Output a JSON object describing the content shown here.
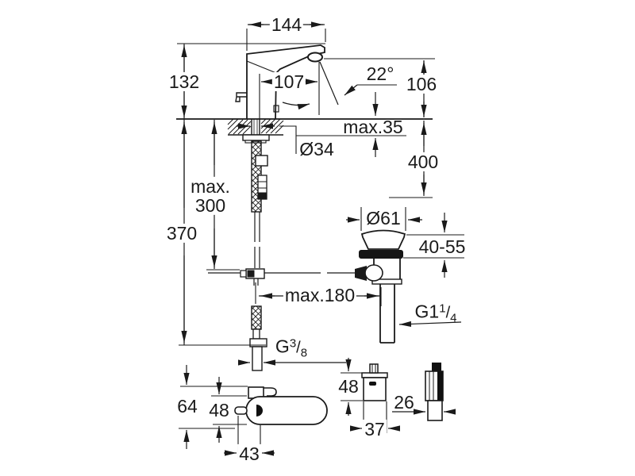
{
  "labels": {
    "spout_width": "144",
    "height": "132",
    "reach": "107",
    "angle": "22°",
    "outlet_height": "106",
    "deck_thickness": "max.35",
    "hole_dia": "Ø34",
    "hose_drop": "400",
    "conn_height_line1": "max.",
    "conn_height_line2": "300",
    "below_height": "370",
    "waste_dia": "Ø61",
    "waste_range": "40-55",
    "drain_offset": "max.180",
    "waste_thread": {
      "prefix": "G1",
      "sup": "1",
      "slash": "/",
      "sub": "4"
    },
    "supply_thread": {
      "prefix": "G",
      "sup": "3",
      "slash": "/",
      "sub": "8"
    },
    "unit_total_height": "64",
    "unit_body_height": "48",
    "unit_offset": "43",
    "box_height": "48",
    "box_width": "37",
    "box_depth": "26"
  },
  "colors": {
    "line": "#1a1a1a",
    "background": "#ffffff"
  }
}
